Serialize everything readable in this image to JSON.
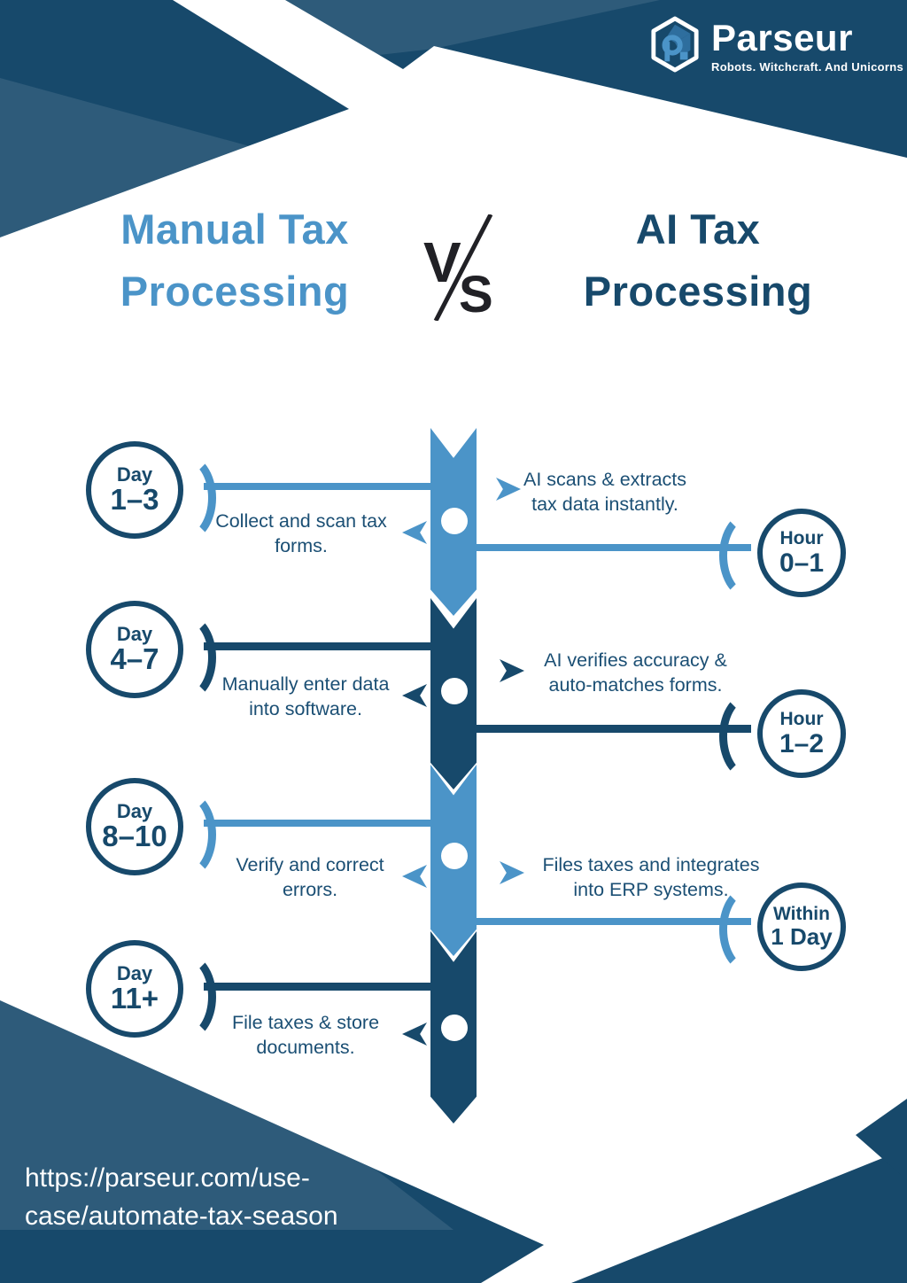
{
  "logo": {
    "brand": "Parseur",
    "tagline": "Robots. Witchcraft. And Unicorns",
    "icon": "parseur-hexagon-cube"
  },
  "header": {
    "left_title_line1": "Manual Tax",
    "left_title_line2": "Processing",
    "versus_v": "V",
    "versus_s": "S",
    "right_title_line1": "AI Tax",
    "right_title_line2": "Processing"
  },
  "timeline": {
    "rows": [
      {
        "day_label": "Day",
        "day_value": "1–3",
        "manual_line1": "Collect and scan tax",
        "manual_line2": "forms.",
        "ai_line1": "AI scans & extracts",
        "ai_line2": "tax data instantly.",
        "time_label": "Hour",
        "time_value": "0–1"
      },
      {
        "day_label": "Day",
        "day_value": "4–7",
        "manual_line1": "Manually enter data",
        "manual_line2": "into software.",
        "ai_line1": "AI verifies accuracy &",
        "ai_line2": "auto-matches forms.",
        "time_label": "Hour",
        "time_value": "1–2"
      },
      {
        "day_label": "Day",
        "day_value": "8–10",
        "manual_line1": "Verify and correct",
        "manual_line2": "errors.",
        "ai_line1": "Files taxes and integrates",
        "ai_line2": "into ERP systems.",
        "time_label": "Within",
        "time_value": "1 Day"
      },
      {
        "day_label": "Day",
        "day_value": "11+",
        "manual_line1": "File taxes & store",
        "manual_line2": "documents."
      }
    ]
  },
  "footer": {
    "url_line1": "https://parseur.com/use-",
    "url_line2": "case/automate-tax-season"
  },
  "colors": {
    "dark_navy": "#17496B",
    "light_blue": "#4B94C8",
    "text_navy": "#1B4F74",
    "vs_black": "#212126",
    "background": "#FFFFFF"
  }
}
